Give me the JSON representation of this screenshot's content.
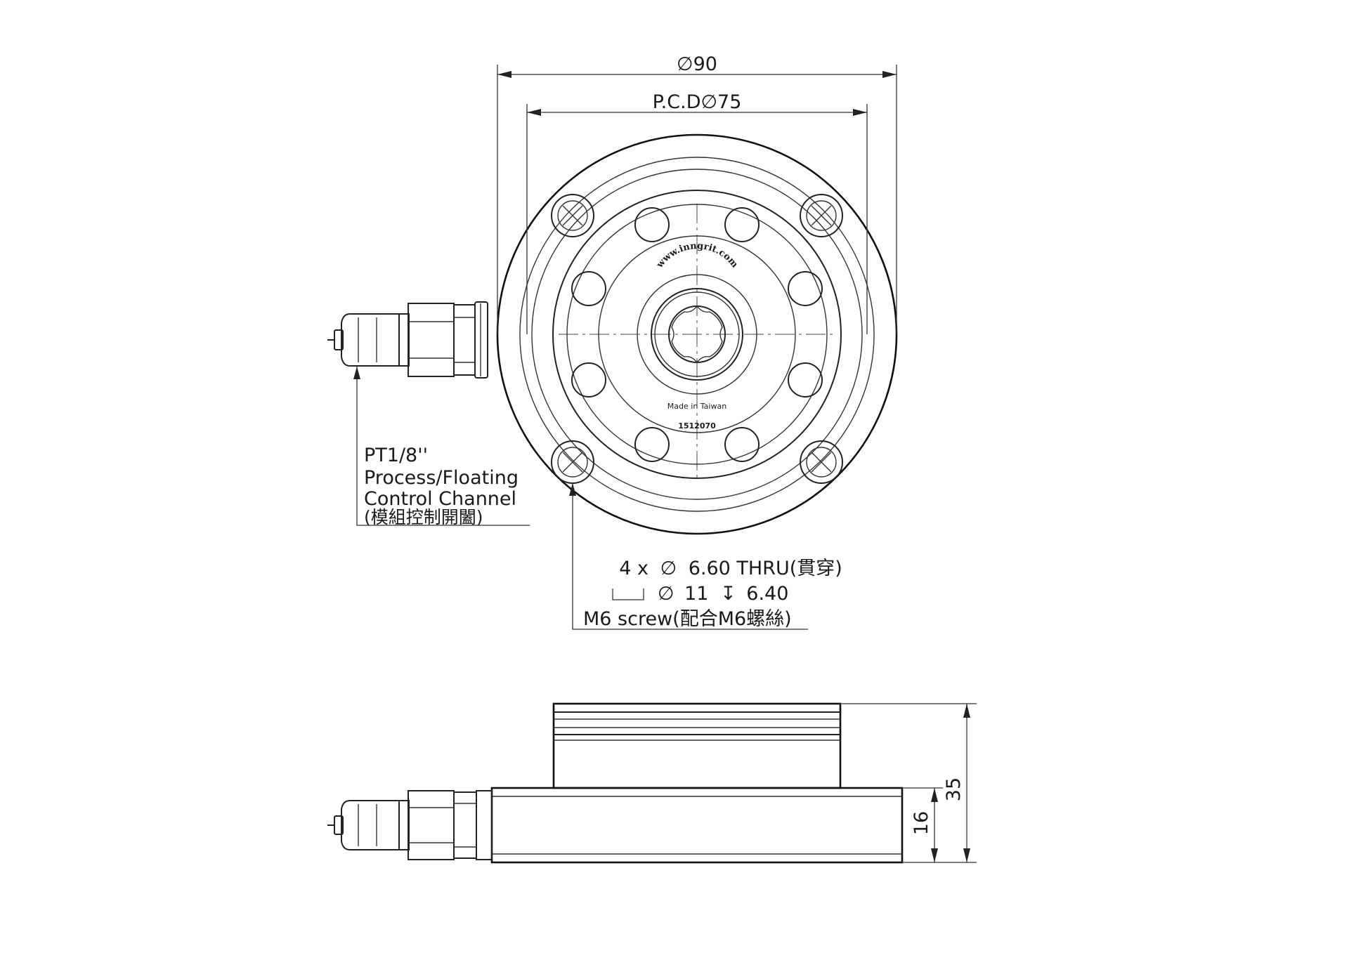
{
  "dimensions": {
    "outer_diameter": "90",
    "pcd_prefix": "P.C.D",
    "pcd_value": "75",
    "total_height": "35",
    "base_height": "16"
  },
  "symbols": {
    "diameter": "∅",
    "depth": "↧",
    "counterbore": "⌴"
  },
  "port_callout": {
    "line1": "PT1/8''",
    "line2": "Process/Floating",
    "line3": "Control Channel",
    "line4": "(模組控制開闔)"
  },
  "hole_callout": {
    "count": "4 x",
    "thru": "6.60 THRU(貫穿)",
    "cbore_dia": "11",
    "cbore_depth": "6.40",
    "screw": "M6 screw(配合M6螺絲)"
  },
  "part_markings": {
    "website": "www.inngrit.com",
    "origin": "Made in Taiwan",
    "serial": "1512070"
  },
  "colors": {
    "line": "#222222",
    "background": "#ffffff"
  }
}
